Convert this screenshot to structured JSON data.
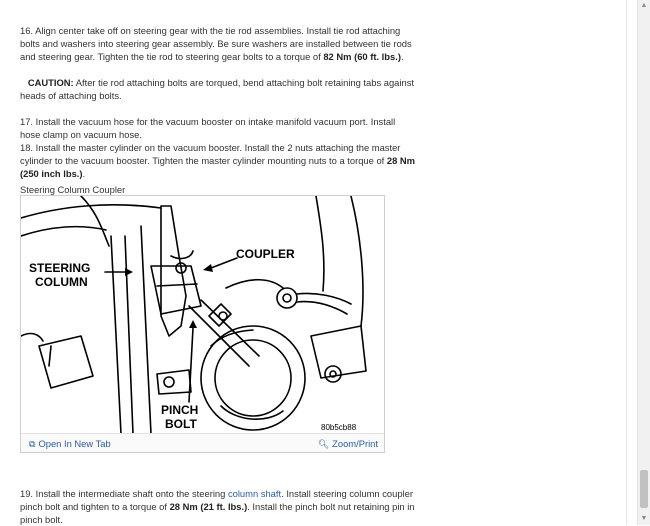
{
  "steps": {
    "s16_a": "16. Align center take off on steering gear with the tie rod assemblies. Install tie rod attaching bolts and washers into steering gear assembly. Be sure washers are installed between tie rods and steering gear. Tighten the tie rod to steering gear bolts to a torque of ",
    "s16_b": "82 Nm (60 ft. lbs.)",
    "s16_c": ".",
    "caution_label": "CAUTION:",
    "caution_text": " After tie rod attaching bolts are torqued, bend attaching bolt retaining tabs against heads of attaching bolts.",
    "s17": "17. Install the vacuum hose for the vacuum booster on intake manifold vacuum port. Install hose clamp on vacuum hose.",
    "s18_a": "18. Install the master cylinder on the vacuum booster. Install the 2 nuts attaching the master cylinder to the vacuum booster. Tighten the master cylinder mounting nuts to a torque of ",
    "s18_b": "28 Nm (250 inch lbs.)",
    "s18_c": ".",
    "s19_a": "19. Install the intermediate shaft onto the steering ",
    "s19_link": "column shaft",
    "s19_b": ". Install steering column coupler pinch bolt and tighten to a torque of ",
    "s19_c": "28 Nm (21 ft. lbs.)",
    "s19_d": ". Install the pinch bolt nut retaining pin in pinch bolt."
  },
  "figure": {
    "title": "Steering Column Coupler",
    "label_steering": "STEERING",
    "label_column": "COLUMN",
    "label_coupler": "COUPLER",
    "label_pinch": "PINCH",
    "label_bolt": "BOLT",
    "code": "80b5cb88",
    "open_label": "Open In New Tab",
    "zoom_label": "Zoom/Print",
    "open_icon": "external-tab-icon",
    "zoom_icon": "magnifier-icon"
  }
}
